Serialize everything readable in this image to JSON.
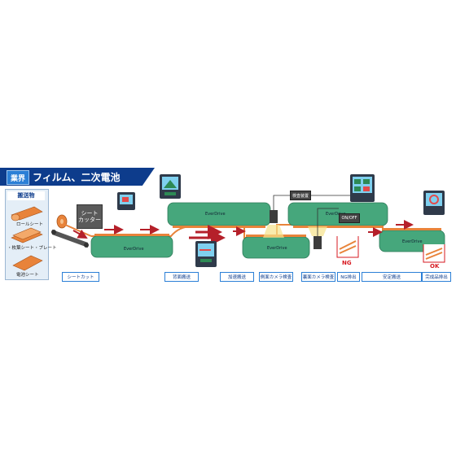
{
  "header": {
    "tag": "業界",
    "title": "フィルム、二次電池"
  },
  "materials": {
    "title": "搬送物",
    "items": [
      "ロールシート",
      "・枚葉シート・プレート",
      "電池シート"
    ]
  },
  "cutter_label": "シート\nカッター",
  "conveyor_brand": "EverDrive",
  "inspection_device_label": "検査装置",
  "onoff_label": "ON/OFF",
  "ng_label": "NG",
  "ok_label": "OK",
  "process_labels": [
    "シートカット",
    "背面搬送",
    "加速搬送",
    "側面カメラ検査",
    "裏面カメラ検査",
    "NG排出",
    "安定搬送",
    "完成品排出"
  ],
  "colors": {
    "conveyor": "#46a77c",
    "header": "#0d3c8c",
    "arrow": "#b5202a",
    "sheet": "#e8833a"
  }
}
